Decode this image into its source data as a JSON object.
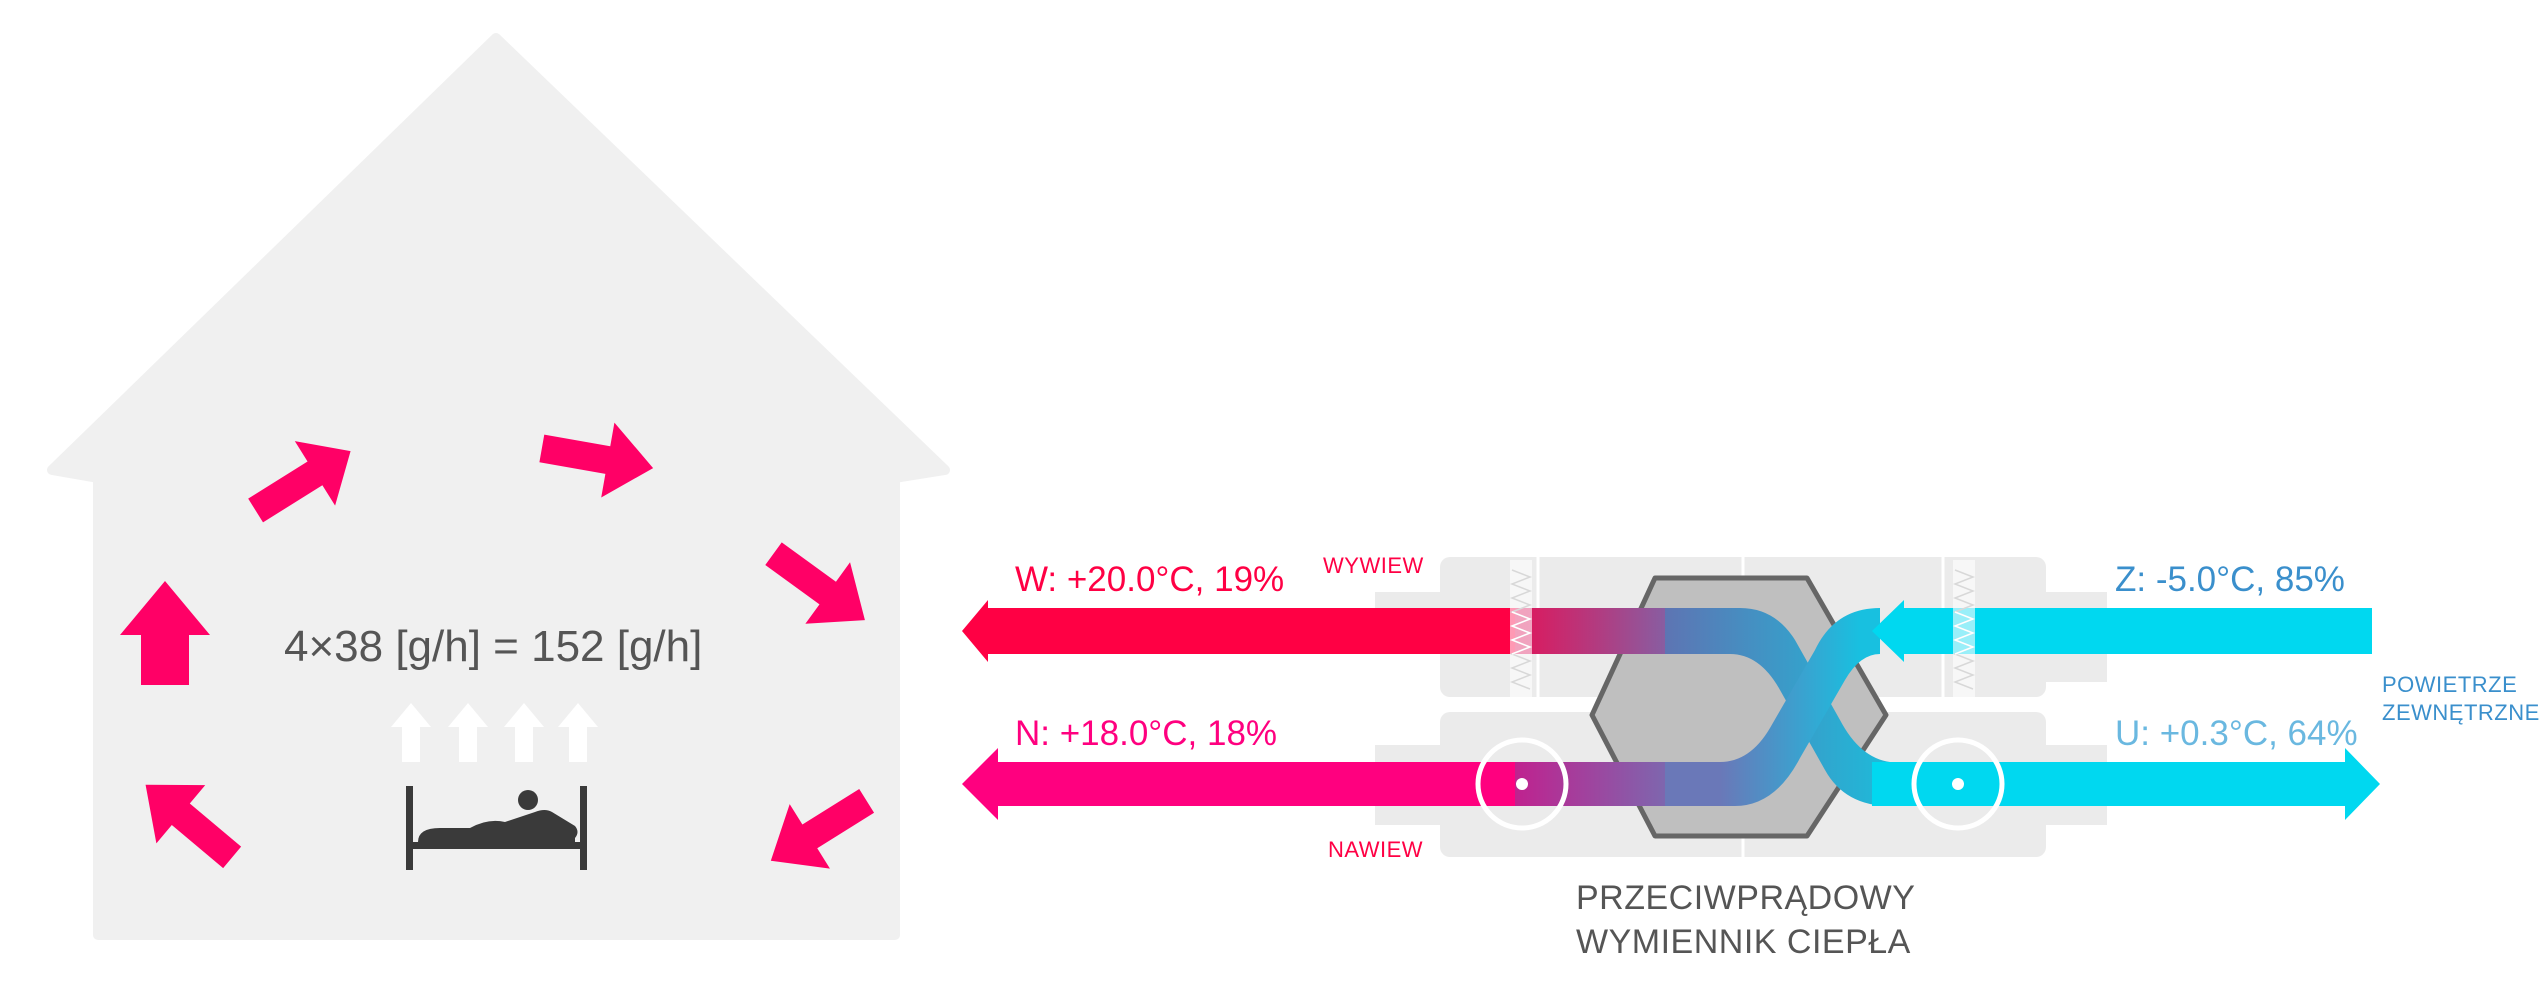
{
  "house": {
    "calculation": "4×38 [g/h] = 152 [g/h]",
    "person_count": 4
  },
  "streams": {
    "wywiew_value": "W: +20.0°C, 19%",
    "nawiew_value": "N: +18.0°C, 18%",
    "zewn_value": "Z: -5.0°C, 85%",
    "usuw_value": "U: +0.3°C, 64%"
  },
  "labels": {
    "wywiew": "WYWIEW",
    "nawiew": "NAWIEW",
    "outdoor_line1": "POWIETRZE",
    "outdoor_line2": "ZEWNĘTRZNE",
    "exchanger_line1": "PRZECIWPRĄDOWY",
    "exchanger_line2": "WYMIENNIK CIEPŁA"
  },
  "colors": {
    "warm_red": "#ff0044",
    "warm_magenta": "#ff007f",
    "cold_cyan": "#00d8f0",
    "label_blue": "#3a8fcc",
    "house_fill": "#f0f0f0",
    "hexagon_fill": "#bfbfbf",
    "hexagon_stroke": "#666666"
  },
  "icons": {
    "moisture_arrows": "arrow-up-icon",
    "sleeper": "bed-icon",
    "fan": "fan-icon",
    "filter": "filter-icon"
  }
}
